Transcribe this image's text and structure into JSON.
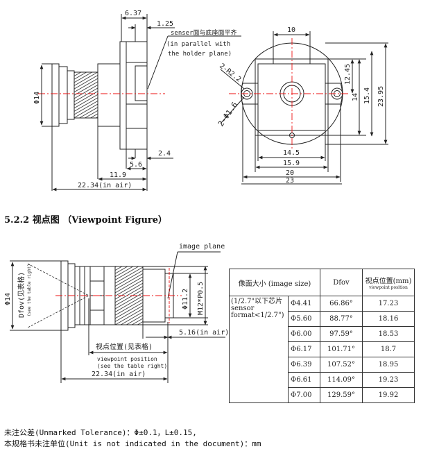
{
  "top_left": {
    "dim_total_width": "6.37",
    "dim_flange": "1.25",
    "note_cn": "senser面与底座面平齐",
    "note_en_1": "(in parallel with",
    "note_en_2": "the holder plane)",
    "dim_diameter": "Φ14",
    "dim_2_4": "2.4",
    "dim_5_6": "5.6",
    "dim_11_9": "11.9",
    "dim_22_34": "22.34(in air)"
  },
  "top_right": {
    "dim_10": "10",
    "dim_r2_2": "2-R2.2",
    "dim_hole": "2-Φ1.6",
    "dim_12_45": "12.45",
    "dim_14": "14",
    "dim_15_4": "15.4",
    "dim_23_95": "23.95",
    "dim_14_5": "14.5",
    "dim_15_9": "15.9",
    "dim_20": "20",
    "dim_23": "23"
  },
  "section": {
    "title": "5.2.2 视点图 （Viewpoint Figure）"
  },
  "viewpoint": {
    "image_plane": "image plane",
    "dim_diameter": "Φ14",
    "dfov_label": "Dfov(见表格)",
    "dfov_sub": "(see the table right)",
    "dim_11_2": "Φ11.2",
    "dim_m12": "M12*P0.5",
    "dim_5_16": "5.16(in air)",
    "vp_cn": "视点位置(见表格)",
    "vp_en1": "viewpoint position",
    "vp_en2": "(see the table right)",
    "dim_22_34": "22.34(in air)"
  },
  "table": {
    "header_size": "像面大小 (image size)",
    "header_dfov": "Dfov",
    "header_vp": "视点位置(mm)",
    "header_vp_sub": "viewpoint position",
    "format_note_1": "(1/2.7\"以下芯片",
    "format_note_2": "sensor format<1/2.7\")",
    "rows": [
      {
        "size": "Φ4.41",
        "dfov": "66.86°",
        "vp": "17.23"
      },
      {
        "size": "Φ5.60",
        "dfov": "88.77°",
        "vp": "18.16"
      },
      {
        "size": "Φ6.00",
        "dfov": "97.59°",
        "vp": "18.53"
      },
      {
        "size": "Φ6.17",
        "dfov": "101.71°",
        "vp": "18.7"
      },
      {
        "size": "Φ6.39",
        "dfov": "107.52°",
        "vp": "18.95"
      },
      {
        "size": "Φ6.61",
        "dfov": "114.09°",
        "vp": "19.23"
      },
      {
        "size": "Φ7.00",
        "dfov": "129.59°",
        "vp": "19.92"
      }
    ]
  },
  "notes": {
    "line1": "未注公差(Unmarked Tolerance)：Φ±0.1，L±0.15,",
    "line2": "本规格书未注单位(Unit is not indicated  in the document)：mm"
  }
}
